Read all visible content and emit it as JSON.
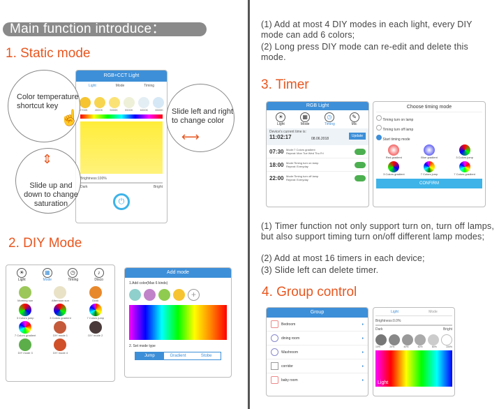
{
  "left": {
    "banner": "Main function introduce：",
    "static_title": "1. Static mode",
    "diy_title": "2. DIY Mode",
    "phone1": {
      "header": "RGB+CCT Light",
      "tabs": [
        "Light",
        "Mode",
        "Timing"
      ],
      "temps": [
        "2700K",
        "4000K",
        "5000K",
        "5500K",
        "6000K",
        "6500K"
      ],
      "bright": "Brightness:100%",
      "dark": "Dark",
      "bright_lbl": "Bright"
    },
    "notes": {
      "temp": "Color temperature shortcut key",
      "slide_lr": "Slide left and right to change color",
      "slide_ud": "Slide up and down to change saturation"
    },
    "diy_phone": {
      "tabs": [
        "Light",
        "Mode",
        "Timing",
        "Disco"
      ],
      "modes": [
        "Morning sun",
        "Afternoon sun",
        "Dusk",
        "3 Colors jump",
        "3 Colors gradient",
        "7 Colors jump",
        "7 Colors gradient",
        "DIY mode 1",
        "DIY mode 2",
        "DIY mode 3",
        "DIY mode 4"
      ]
    },
    "add_mode": {
      "header": "Add mode",
      "add_color": "1.Add color(Max 6 kinds)",
      "set_type": "2. Set mode type",
      "types": [
        "Jump",
        "Gradient",
        "Stobe"
      ]
    }
  },
  "right": {
    "diy_text": [
      "(1) Add at most 4 DIY modes in each light, every DIY mode can add 6 colors;",
      "(2) Long press DIY mode can re-edit and delete this mode."
    ],
    "timer_title": "3. Timer",
    "timer_phone": {
      "header": "RGB Light",
      "tabs": [
        "Light",
        "Mode",
        "Timing",
        "Mic"
      ],
      "current": "Device's current time is:",
      "time": "11:02:17",
      "date": "08.06.2018",
      "update": "Update",
      "rows": [
        {
          "t": "07:30",
          "a": "Mode:7 Colors gradient",
          "b": "Repeat: Mon Tue Wed Thu Fri"
        },
        {
          "t": "18:00",
          "a": "Mode:Timing turn on lamp",
          "b": "Repeat: Everyday"
        },
        {
          "t": "22:00",
          "a": "Mode:Timing turn off lamp",
          "b": "Repeat: Everyday"
        }
      ]
    },
    "choose": {
      "title": "Choose timing mode",
      "opts": [
        "Timing turn on lamp",
        "Timing turn off lamp",
        "Start timing mode"
      ],
      "modes": [
        "Red gradient",
        "Blue gradient",
        "3 Colors jump",
        "3 Colors gradient",
        "7 Colors jump",
        "7 Colors gradient"
      ],
      "confirm": "CONFIRM"
    },
    "timer_text": [
      "(1) Timer function not only support turn on, turn off lamps, but also support timing turn on/off different lamp modes;",
      "(2) Add at most 16 timers in each device;",
      "(3) Slide left can delete timer."
    ],
    "group_title": "4. Group control",
    "group": {
      "header": "Group",
      "rooms": [
        "Bedroom",
        "dining room",
        "Washroom",
        "corridor",
        "baby room"
      ],
      "tabs": [
        "Light",
        "Mode"
      ],
      "bright": "Brightness:0.0%",
      "dark": "Dark",
      "bright_lbl": "Bright",
      "pcts": [
        "10%",
        "20%",
        "40%",
        "60%",
        "80%",
        "100%"
      ],
      "light": "Light"
    }
  }
}
